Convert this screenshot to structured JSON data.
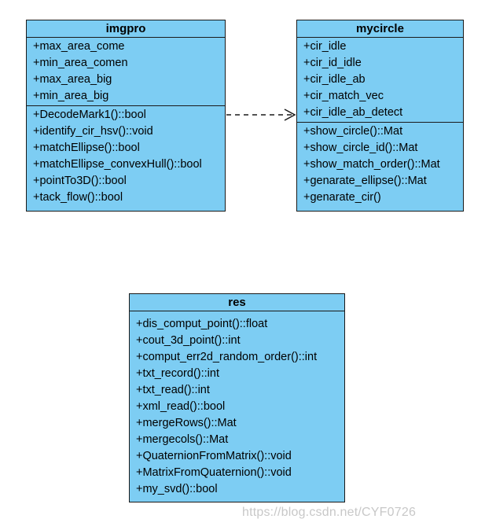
{
  "classes": {
    "imgpro": {
      "name": "imgpro",
      "attributes": [
        "+max_area_come",
        "+min_area_comen",
        "+max_area_big",
        "+min_area_big"
      ],
      "methods": [
        "+DecodeMark1()::bool",
        "+identify_cir_hsv()::void",
        "+matchEllipse()::bool",
        "+matchEllipse_convexHull()::bool",
        "+pointTo3D()::bool",
        "+tack_flow()::bool"
      ]
    },
    "mycircle": {
      "name": "mycircle",
      "attributes": [
        "+cir_idle",
        "+cir_id_idle",
        "+cir_idle_ab",
        "+cir_match_vec",
        "+cir_idle_ab_detect"
      ],
      "methods": [
        "+show_circle()::Mat",
        "+show_circle_id()::Mat",
        "+show_match_order()::Mat",
        "+genarate_ellipse()::Mat",
        "+genarate_cir()"
      ]
    },
    "res": {
      "name": "res",
      "attributes": [],
      "methods": [
        "+dis_comput_point()::float",
        "+cout_3d_point()::int",
        "+comput_err2d_random_order()::int",
        "+txt_record()::int",
        "+txt_read()::int",
        "+xml_read()::bool",
        "+mergeRows()::Mat",
        "+mergecols()::Mat",
        "+QuaternionFromMatrix()::void",
        "+MatrixFromQuaternion()::void",
        "+my_svd()::bool"
      ]
    }
  },
  "colors": {
    "class_fill": "#7dcdf3",
    "border": "#1a1a1a",
    "watermark": "#c8c8c8"
  },
  "watermark": "https://blog.csdn.net/CYF0726"
}
